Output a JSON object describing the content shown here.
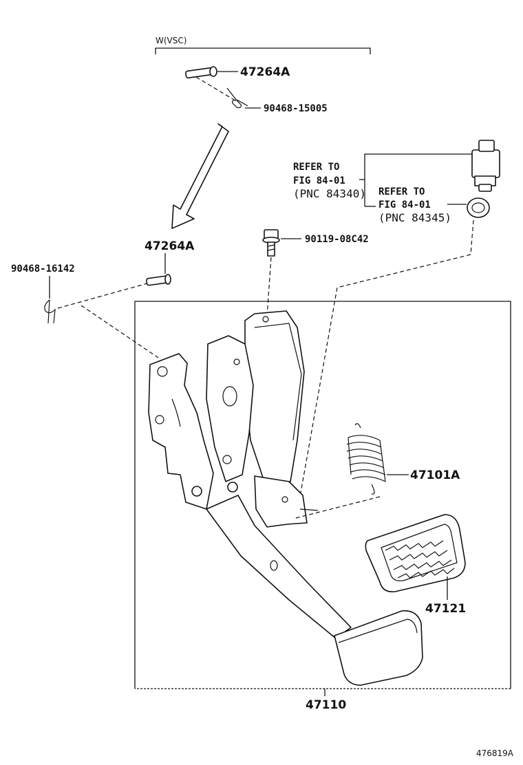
{
  "bracket_label": "W(VSC)",
  "callouts": {
    "pin_upper": "47264A",
    "clip_upper": "90468-15005",
    "pin_lower": "47264A",
    "clip_left": "90468-16142",
    "bolt": "90119-08C42",
    "spring": "47101A",
    "pedal_pad": "47121",
    "pedal_assembly": "47110"
  },
  "refer_switch": {
    "line1": "REFER TO",
    "line2": "FIG 84-01",
    "line3": "(PNC 84340)"
  },
  "refer_cushion": {
    "line1": "REFER TO",
    "line2": "FIG 84-01",
    "line3": "(PNC 84345)"
  },
  "figure_id": "476819A"
}
